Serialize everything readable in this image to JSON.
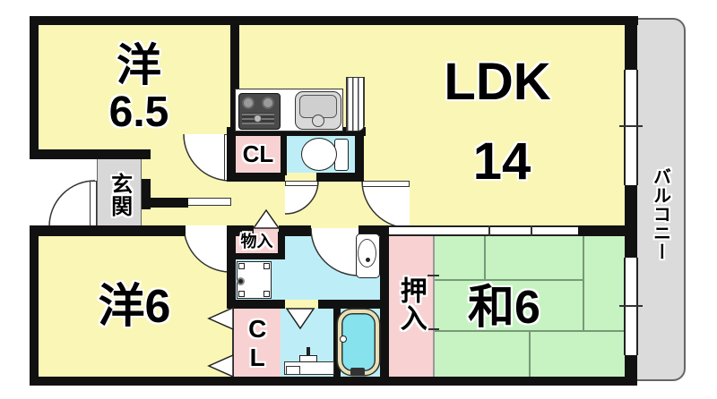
{
  "title": "apartment-floor-plan",
  "rooms": {
    "western1": {
      "kanji": "洋",
      "size": "6.5"
    },
    "ldk": {
      "label": "LDK",
      "size": "14"
    },
    "western2": {
      "label": "洋6"
    },
    "japanese": {
      "label": "和6"
    },
    "balcony": {
      "label": "バルコニー"
    },
    "entrance": {
      "label": "玄関"
    },
    "closet_upper": {
      "label": "CL"
    },
    "closet_lower": {
      "label": "CL"
    },
    "oshiire": {
      "label": "押入"
    },
    "monoire": {
      "label": "物入"
    }
  },
  "icons": {
    "stove": "stove-icon",
    "sink": "kitchen-sink-icon",
    "toilet": "toilet-icon",
    "bathtub": "bathtub-icon",
    "washer_pan": "washing-machine-pan-icon",
    "vanity": "washbasin-icon",
    "fridge_space": "refrigerator-space-icon"
  },
  "colors": {
    "wall": "#111111",
    "room-yellow": "#FAF7B6",
    "tatami-green": "#C7F3C3",
    "closet-pink": "#F8D2D2",
    "water-cyan": "#BDEEF8",
    "tub-cyan": "#86E3EE",
    "genkan-gray": "#D8D8D8",
    "balcony-gray": "#DBDBDB"
  }
}
